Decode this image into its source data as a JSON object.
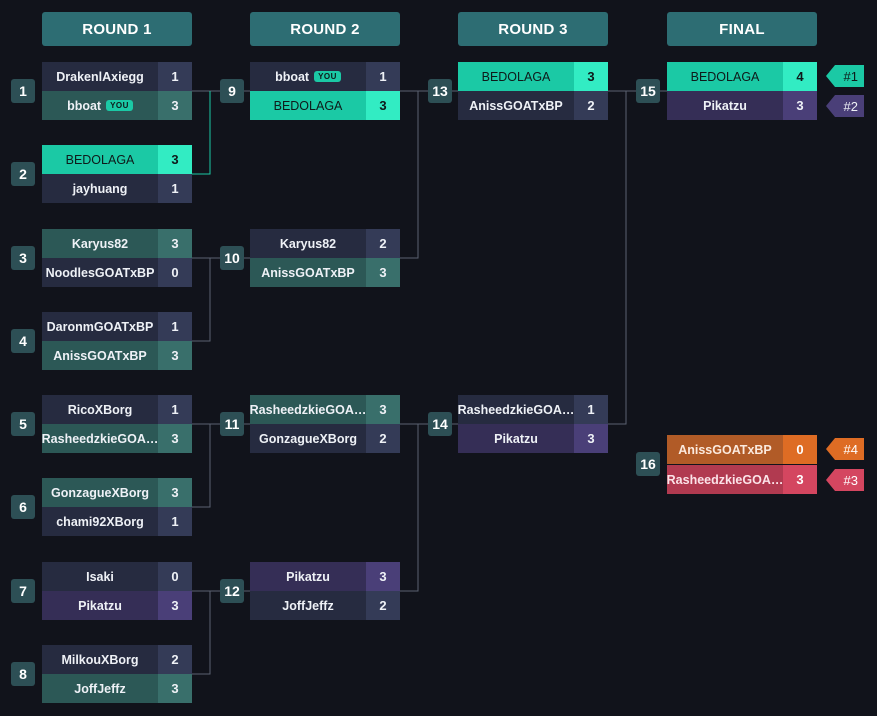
{
  "headers": {
    "round1": "ROUND 1",
    "round2": "ROUND 2",
    "round3": "ROUND 3",
    "final": "FINAL"
  },
  "you_badge": "YOU",
  "match_numbers": [
    "1",
    "2",
    "3",
    "4",
    "5",
    "6",
    "7",
    "8",
    "9",
    "10",
    "11",
    "12",
    "13",
    "14",
    "15",
    "16"
  ],
  "matches": {
    "m1": [
      {
        "name": "DrakenlAxiegg",
        "score": "1"
      },
      {
        "name": "bboat",
        "score": "3"
      }
    ],
    "m2": [
      {
        "name": "BEDOLAGA",
        "score": "3"
      },
      {
        "name": "jayhuang",
        "score": "1"
      }
    ],
    "m3": [
      {
        "name": "Karyus82",
        "score": "3"
      },
      {
        "name": "NoodlesGOATxBP",
        "score": "0"
      }
    ],
    "m4": [
      {
        "name": "DaronmGOATxBP",
        "score": "1"
      },
      {
        "name": "AnissGOATxBP",
        "score": "3"
      }
    ],
    "m5": [
      {
        "name": "RicoXBorg",
        "score": "1"
      },
      {
        "name": "RasheedzkieGOA…",
        "score": "3"
      }
    ],
    "m6": [
      {
        "name": "GonzagueXBorg",
        "score": "3"
      },
      {
        "name": "chami92XBorg",
        "score": "1"
      }
    ],
    "m7": [
      {
        "name": "Isaki",
        "score": "0"
      },
      {
        "name": "Pikatzu",
        "score": "3"
      }
    ],
    "m8": [
      {
        "name": "MilkouXBorg",
        "score": "2"
      },
      {
        "name": "JoffJeffz",
        "score": "3"
      }
    ],
    "m9": [
      {
        "name": "bboat",
        "score": "1"
      },
      {
        "name": "BEDOLAGA",
        "score": "3"
      }
    ],
    "m10": [
      {
        "name": "Karyus82",
        "score": "2"
      },
      {
        "name": "AnissGOATxBP",
        "score": "3"
      }
    ],
    "m11": [
      {
        "name": "RasheedzkieGOA…",
        "score": "3"
      },
      {
        "name": "GonzagueXBorg",
        "score": "2"
      }
    ],
    "m12": [
      {
        "name": "Pikatzu",
        "score": "3"
      },
      {
        "name": "JoffJeffz",
        "score": "2"
      }
    ],
    "m13": [
      {
        "name": "BEDOLAGA",
        "score": "3"
      },
      {
        "name": "AnissGOATxBP",
        "score": "2"
      }
    ],
    "m14": [
      {
        "name": "RasheedzkieGOA…",
        "score": "1"
      },
      {
        "name": "Pikatzu",
        "score": "3"
      }
    ],
    "m15": [
      {
        "name": "BEDOLAGA",
        "score": "4"
      },
      {
        "name": "Pikatzu",
        "score": "3"
      }
    ],
    "m16": [
      {
        "name": "AnissGOATxBP",
        "score": "0"
      },
      {
        "name": "RasheedzkieGOA…",
        "score": "3"
      }
    ]
  },
  "ranks": {
    "first": "#1",
    "second": "#2",
    "third": "#3",
    "fourth": "#4"
  },
  "colors": {
    "background": "#11131b",
    "header": "#2d6d73",
    "highlight": "#1bc9a5",
    "first_place": "#1bc9a5",
    "second_place": "#4a3f78",
    "third_place": "#d44660",
    "fourth_place": "#de6c24",
    "connector": "#5a6270"
  }
}
